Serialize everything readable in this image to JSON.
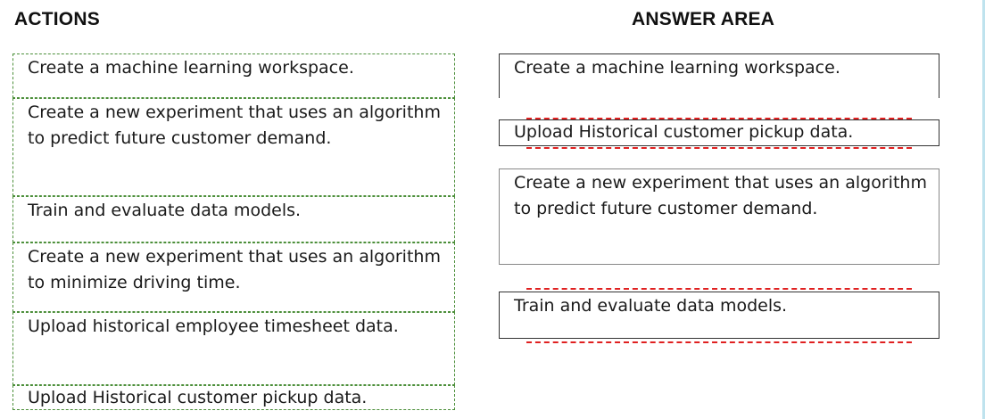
{
  "headings": {
    "actions": "ACTIONS",
    "answer_area": "ANSWER AREA"
  },
  "actions": [
    {
      "label": "Create a machine learning workspace."
    },
    {
      "label": "Create a new experiment that uses an algorithm to predict future customer demand."
    },
    {
      "label": "Train and evaluate data models."
    },
    {
      "label": "Create a new experiment that uses an algorithm to minimize driving time."
    },
    {
      "label": "Upload historical employee timesheet data."
    },
    {
      "label": "Upload Historical customer pickup data."
    }
  ],
  "answer_area": [
    {
      "label": "Create a machine learning workspace."
    },
    {
      "label": "Upload Historical customer pickup data."
    },
    {
      "label": "Create a new experiment that uses an algorithm to predict future customer demand."
    },
    {
      "label": "Train and evaluate data models."
    }
  ],
  "colors": {
    "action_border": "#4c8f3a",
    "drop_indicator": "#e02020",
    "answer_border": "#333333",
    "edge_accent": "#bfe3ee"
  }
}
